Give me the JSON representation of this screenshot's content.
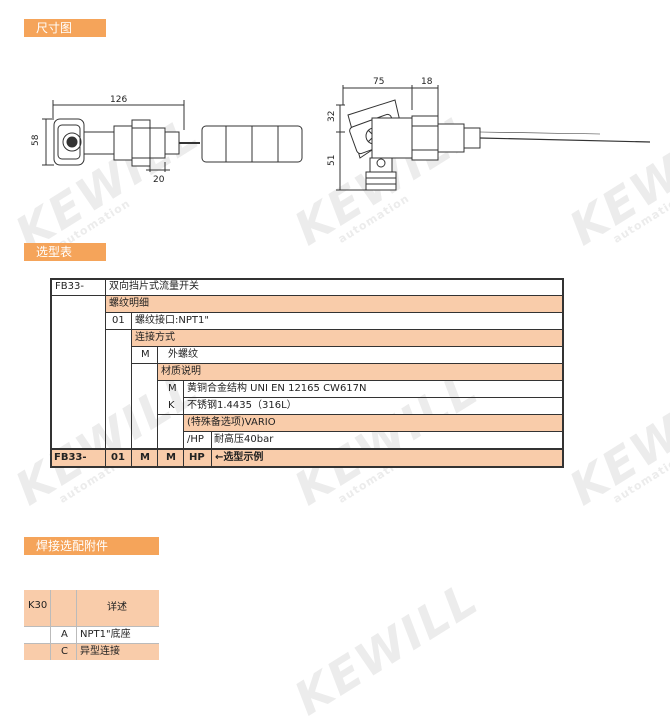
{
  "sections": {
    "dimensions": "尺寸图",
    "selection": "选型表",
    "accessories": "焊接选配附件"
  },
  "watermark": {
    "brand": "KEWILL",
    "sub": "automation"
  },
  "drawing": {
    "left": {
      "width_total": "126",
      "height": "58",
      "offset": "20"
    },
    "right": {
      "top_a": "75",
      "top_b": "18",
      "height_a": "32",
      "height_b": "51"
    }
  },
  "selection_table": {
    "model": "FB33-",
    "model_desc": "双向挡片式流量开关",
    "thread_header": "螺纹明细",
    "thread_code": "01",
    "thread_desc": "螺纹接口:NPT1\"",
    "conn_header": "连接方式",
    "conn_code": "M",
    "conn_desc": "外螺纹",
    "mat_header": "材质说明",
    "mat_options": [
      {
        "code": "M",
        "desc": "黄铜合金结构 UNI EN 12165 CW617N"
      },
      {
        "code": "K",
        "desc": "不锈钢1.4435（316L）"
      }
    ],
    "special_header": "(特殊备选项)VARIO",
    "special_code": "/HP",
    "special_desc": "耐高压40bar",
    "example": {
      "c1": "FB33-",
      "c2": "01",
      "c3": "M",
      "c4": "M",
      "c5": "HP",
      "label": "←选型示例"
    }
  },
  "accessory_table": {
    "code": "K30",
    "header": "详述",
    "rows": [
      {
        "code": "A",
        "desc": "NPT1\"底座"
      },
      {
        "code": "C",
        "desc": "异型连接"
      }
    ]
  }
}
